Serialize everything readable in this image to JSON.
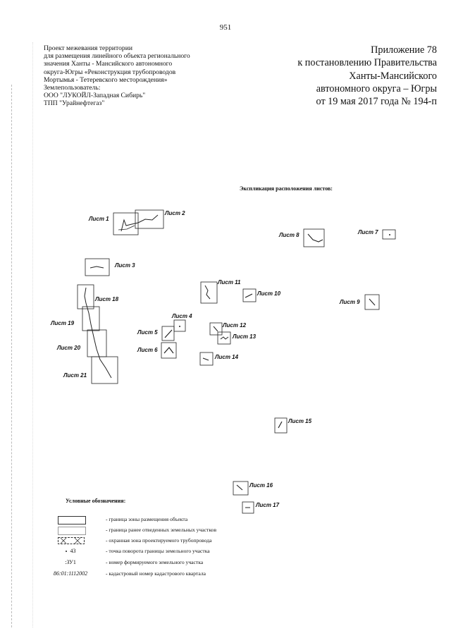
{
  "page_number": "951",
  "project_lines": [
    "Проект межевания территории",
    "для размещения линейного объекта регионального",
    "значения Ханты - Мансийского автономного",
    "округа-Югры «Реконструкция трубопроводов",
    "Мортымья - Тетеревского месторождения»",
    "Землепользователь:",
    "ООО \"ЛУКОЙЛ-Западная Сибирь\"",
    "ТПП \"Урайнефтегаз\""
  ],
  "appendix_lines": [
    "Приложение 78",
    "к постановлению Правительства",
    "Ханты-Мансийского",
    "автономного округа – Югры",
    "от 19 мая 2017 года № 194-п"
  ],
  "explication_title": "Экспликация расположения листов:",
  "sheets": [
    {
      "label": "Лист 1"
    },
    {
      "label": "Лист 2"
    },
    {
      "label": "Лист 3"
    },
    {
      "label": "Лист 4"
    },
    {
      "label": "Лист 5"
    },
    {
      "label": "Лист 6"
    },
    {
      "label": "Лист 7"
    },
    {
      "label": "Лист 8"
    },
    {
      "label": "Лист 9"
    },
    {
      "label": "Лист 10"
    },
    {
      "label": "Лист 11"
    },
    {
      "label": "Лист 12"
    },
    {
      "label": "Лист 13"
    },
    {
      "label": "Лист 14"
    },
    {
      "label": "Лист 15"
    },
    {
      "label": "Лист 16"
    },
    {
      "label": "Лист 17"
    },
    {
      "label": "Лист 18"
    },
    {
      "label": "Лист 19"
    },
    {
      "label": "Лист 20"
    },
    {
      "label": "Лист 21"
    }
  ],
  "legend": {
    "title": "Условные обозначения:",
    "items": [
      {
        "code": "",
        "text": "- граница зоны размещения объекта"
      },
      {
        "code": "",
        "text": "- граница ранее отведенных земельных участков"
      },
      {
        "code": "",
        "text": "- охранная зона проектируемого трубопровода"
      },
      {
        "code": "43",
        "text": "- точка поворота границы земельного участка"
      },
      {
        "code": ":ЗУ1",
        "text": "- номер формируемого земельного участка"
      },
      {
        "code": "86:01:1112002",
        "text": "- кадастровый номер кадастрового квартала"
      }
    ]
  }
}
